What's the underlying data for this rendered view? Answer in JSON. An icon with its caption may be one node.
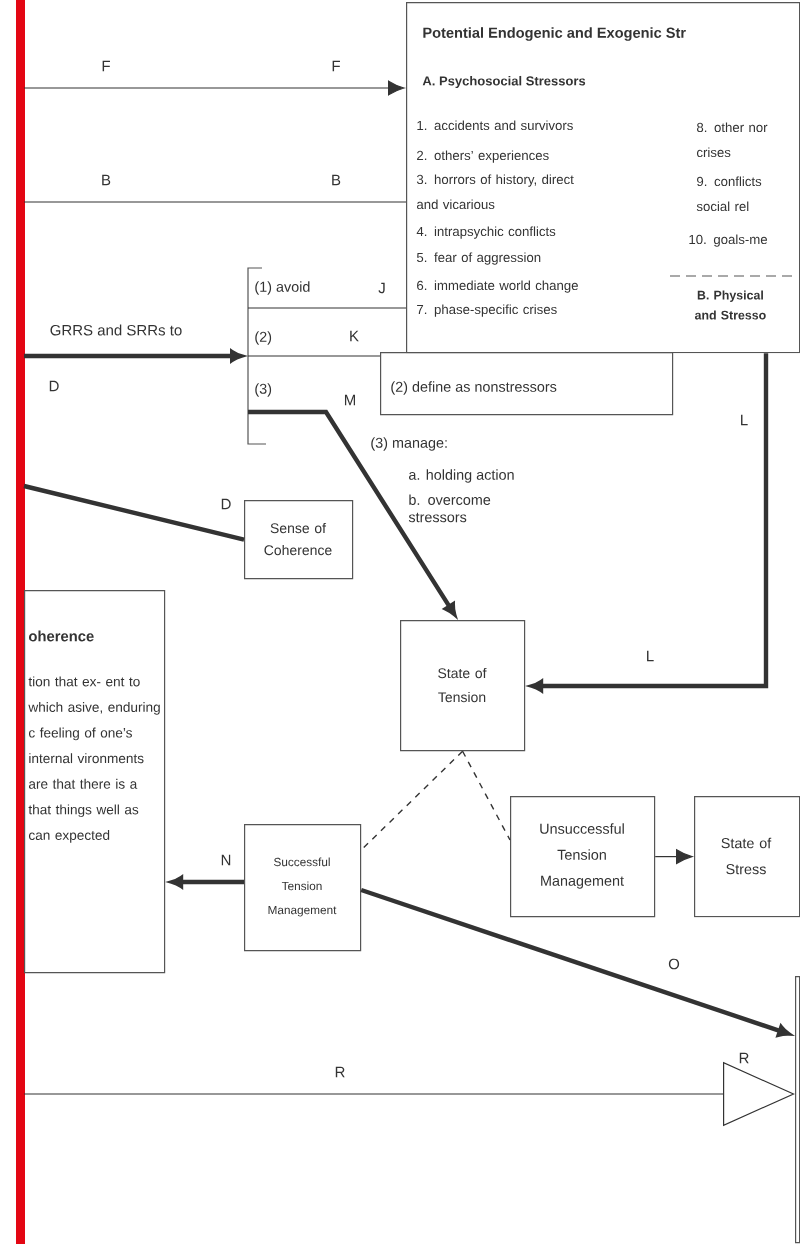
{
  "diagram": {
    "nodes": [
      {
        "text": [
          "Potential Endogenic and Exogenic Str",
          "A. Psychosocial Stressors",
          "1. accidents and survivors",
          "2. others’ experiences",
          "3. horrors of history, direct and vicarious",
          "4. intrapsychic conflicts",
          "5. fear of aggression",
          "6. immediate world change",
          "7. phase-specific crises",
          "8. other nor crises",
          "9. conflicts social rel",
          "10. goals-me",
          "B. Physical and Stresso"
        ]
      },
      {
        "text": [
          "(1) avoid",
          "(2)",
          "(3)"
        ]
      },
      {
        "text": [
          "(2) define as nonstressors"
        ]
      },
      {
        "text": [
          "Sense of Coherence"
        ]
      },
      {
        "text": [
          "State of Tension"
        ]
      },
      {
        "text": [
          "oherence",
          "tion that ex- ent to which asive, enduring c feeling of one’s internal vironments are that there is a that things well as can expected"
        ]
      },
      {
        "text": [
          "Successful Tension Management"
        ]
      },
      {
        "text": [
          "Unsuccessful Tension Management"
        ]
      },
      {
        "text": [
          "State of Stress"
        ]
      },
      {
        "text": [],
        "shape": "box"
      }
    ],
    "edges": [
      {
        "from": null,
        "to": 0,
        "arrow": "to",
        "label": "F"
      },
      {
        "from": null,
        "to": 0,
        "arrow": "none",
        "label": "B"
      },
      {
        "from": null,
        "to": 1,
        "arrow": "to",
        "label": "GRRS and SRRs to",
        "style": "thick"
      },
      {
        "from": 1,
        "to": 0,
        "arrow": "none",
        "label": "J"
      },
      {
        "from": 1,
        "to": 2,
        "arrow": "none",
        "label": "K"
      },
      {
        "from": 1,
        "to": 4,
        "arrow": "to",
        "label": "M",
        "style": "thick"
      },
      {
        "from": null,
        "to": 3,
        "arrow": "none",
        "label": "D",
        "style": "thick"
      },
      {
        "from": 0,
        "to": 4,
        "arrow": "to",
        "label": "L",
        "style": "thick"
      },
      {
        "from": 4,
        "to": 6,
        "arrow": "none",
        "style": "dashed"
      },
      {
        "from": 4,
        "to": 7,
        "arrow": "none",
        "style": "dashed"
      },
      {
        "from": 7,
        "to": 8,
        "arrow": "to"
      },
      {
        "from": 6,
        "to": 5,
        "arrow": "to",
        "label": "N",
        "style": "thick"
      },
      {
        "from": 6,
        "to": 9,
        "arrow": "to",
        "label": "O",
        "style": "thick"
      },
      {
        "from": null,
        "to": 9,
        "arrow": "to",
        "label": "R"
      }
    ],
    "labels": [
      "F",
      "B",
      "D",
      "(3) manage:",
      "a. holding action",
      "b. overcome stressors",
      "L",
      "R"
    ]
  }
}
